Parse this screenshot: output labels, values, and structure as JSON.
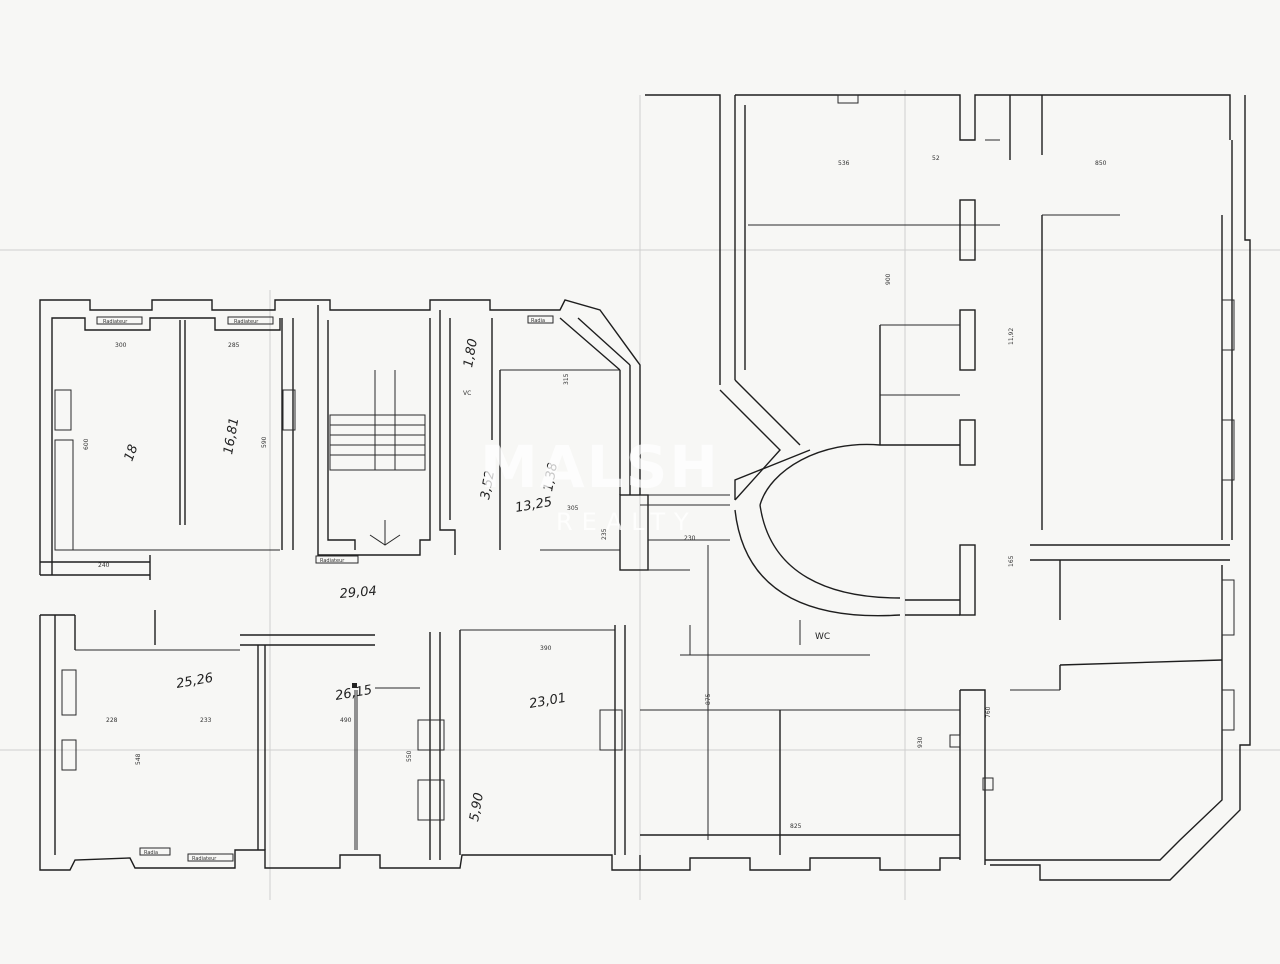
{
  "plan": {
    "dimensions": {
      "d536": "536",
      "d52": "52",
      "d850": "850",
      "d900": "900",
      "d1192": "11,92",
      "d300": "300",
      "d285": "285",
      "d600": "600",
      "d590": "590",
      "d240": "240",
      "d315": "315",
      "d305": "305",
      "d235": "235",
      "d230": "230",
      "d165": "165",
      "d228": "228",
      "d233": "233",
      "d490": "490",
      "d550": "550",
      "d548": "548",
      "d390": "390",
      "d875": "875",
      "d825": "825",
      "d930": "930",
      "d760": "760"
    },
    "rooms": {
      "wc_small": "VC",
      "wc_large": "WC"
    },
    "radiator_tags": {
      "r1": "Radiateur",
      "r2": "Radiateur",
      "r3": "Radia",
      "r4": "Radiateur",
      "r5": "Radia",
      "r6": "Radiateur"
    },
    "handwritten": {
      "a_1681": "16,81",
      "a_18": "18",
      "a_180": "1,80",
      "a_138": "1,38",
      "a_352": "3,52",
      "a_1325": "13,25",
      "a_2904": "29,04",
      "a_2526": "25,26",
      "a_2615": "26,15",
      "a_2301": "23,01",
      "a_590": "5,90"
    }
  },
  "watermark": {
    "brand": "MALSH",
    "sub": "REALTY"
  }
}
